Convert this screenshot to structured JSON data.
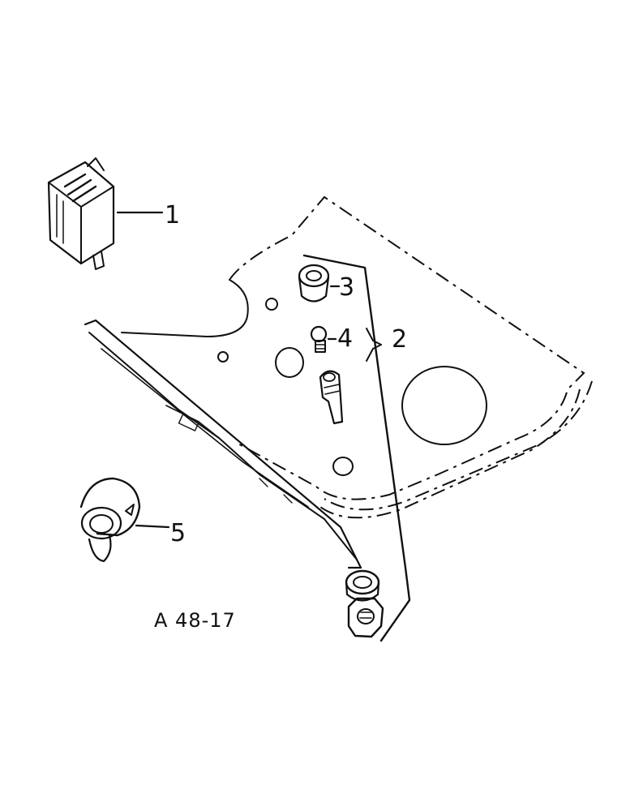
{
  "callouts": {
    "c1": "1",
    "c2": "2",
    "c3": "3",
    "c4": "4",
    "c5": "5"
  },
  "figure_id": "A 48-17"
}
